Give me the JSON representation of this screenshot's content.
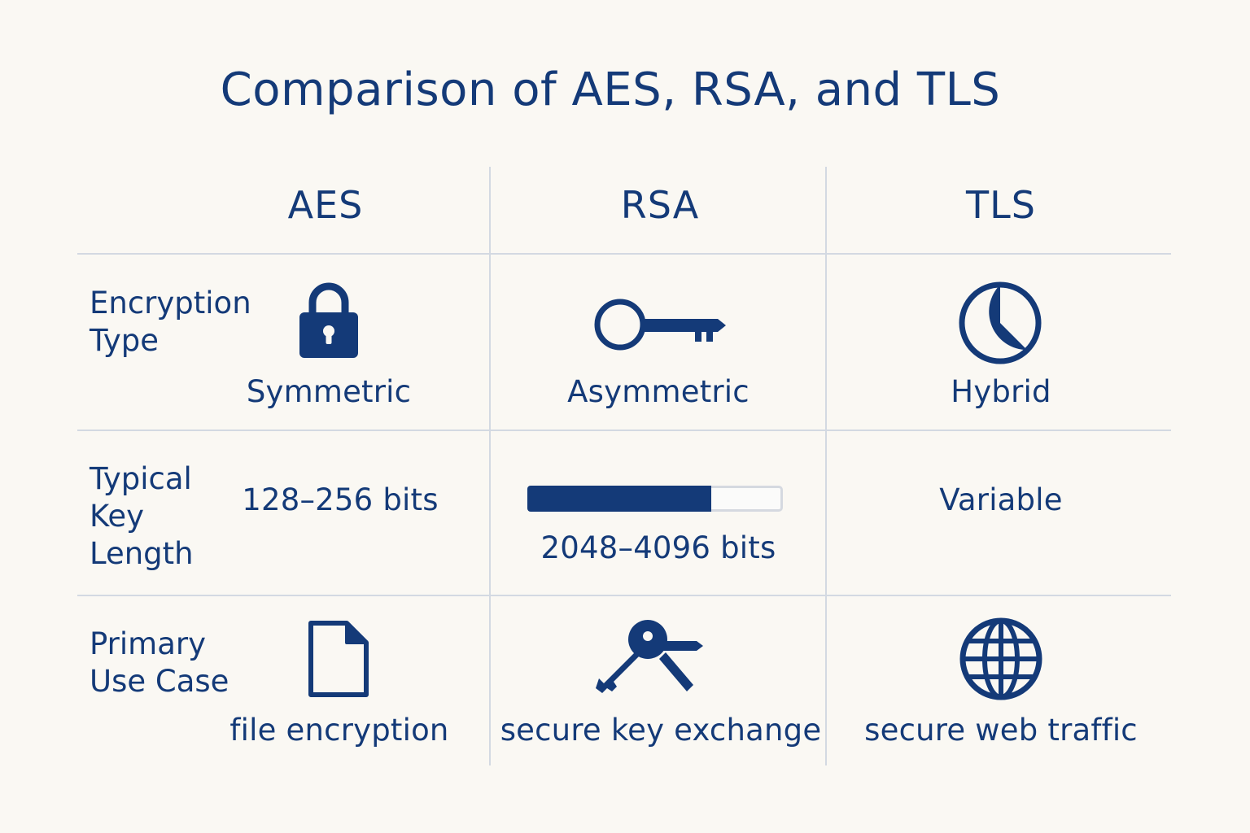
{
  "title": "Comparison of AES, RSA, and TLS",
  "columns": [
    "AES",
    "RSA",
    "TLS"
  ],
  "rows": [
    {
      "label_lines": [
        "Encryption",
        "Type"
      ],
      "cells": [
        {
          "icon": "lock-icon",
          "text": "Symmetric"
        },
        {
          "icon": "key-icon",
          "text": "Asymmetric"
        },
        {
          "icon": "pie-chart-icon",
          "text": "Hybrid"
        }
      ]
    },
    {
      "label_lines": [
        "Typical",
        "Key",
        "Length"
      ],
      "cells": [
        {
          "text": "128–256 bits"
        },
        {
          "text": "2048–4096 bits",
          "bar_fill_fraction": 0.72
        },
        {
          "text": "Variable"
        }
      ]
    },
    {
      "label_lines": [
        "Primary",
        "Use Case"
      ],
      "cells": [
        {
          "icon": "document-icon",
          "text": "file encryption"
        },
        {
          "icon": "keys-icon",
          "text": "secure key exchange"
        },
        {
          "icon": "globe-icon",
          "text": "secure web traffic"
        }
      ]
    }
  ],
  "colors": {
    "primary": "#143a78",
    "background": "#faf8f3",
    "grid": "#d3d9e2"
  }
}
